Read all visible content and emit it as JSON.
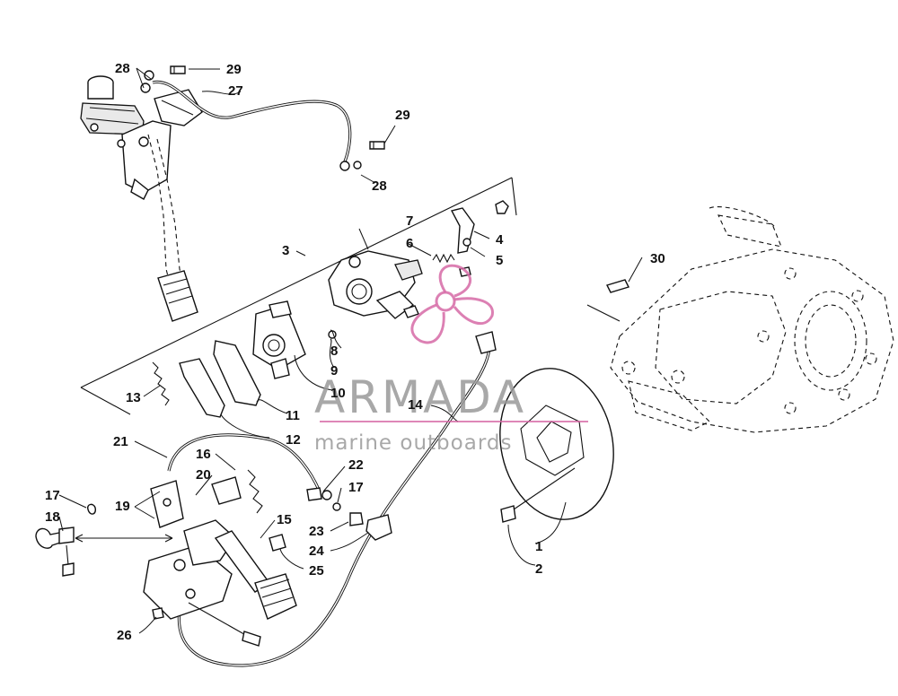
{
  "callouts": [
    {
      "id": "c1",
      "label": "1"
    },
    {
      "id": "c2",
      "label": "2"
    },
    {
      "id": "c3",
      "label": "3"
    },
    {
      "id": "c4",
      "label": "4"
    },
    {
      "id": "c5",
      "label": "5"
    },
    {
      "id": "c6",
      "label": "6"
    },
    {
      "id": "c7",
      "label": "7"
    },
    {
      "id": "c8",
      "label": "8"
    },
    {
      "id": "c9",
      "label": "9"
    },
    {
      "id": "c10",
      "label": "10"
    },
    {
      "id": "c11",
      "label": "11"
    },
    {
      "id": "c12",
      "label": "12"
    },
    {
      "id": "c13",
      "label": "13"
    },
    {
      "id": "c14",
      "label": "14"
    },
    {
      "id": "c15",
      "label": "15"
    },
    {
      "id": "c16",
      "label": "16"
    },
    {
      "id": "c17a",
      "label": "17"
    },
    {
      "id": "c17b",
      "label": "17"
    },
    {
      "id": "c18",
      "label": "18"
    },
    {
      "id": "c19",
      "label": "19"
    },
    {
      "id": "c20",
      "label": "20"
    },
    {
      "id": "c21",
      "label": "21"
    },
    {
      "id": "c22",
      "label": "22"
    },
    {
      "id": "c23",
      "label": "23"
    },
    {
      "id": "c24",
      "label": "24"
    },
    {
      "id": "c25",
      "label": "25"
    },
    {
      "id": "c26",
      "label": "26"
    },
    {
      "id": "c27",
      "label": "27"
    },
    {
      "id": "c28a",
      "label": "28"
    },
    {
      "id": "c28b",
      "label": "28"
    },
    {
      "id": "c29a",
      "label": "29"
    },
    {
      "id": "c29b",
      "label": "29"
    },
    {
      "id": "c30",
      "label": "30"
    }
  ],
  "watermark": {
    "title": "ARMADA",
    "subtitle": "marine outboards",
    "accent_color": "#d66aa6",
    "text_color": "#9a9a9a"
  }
}
